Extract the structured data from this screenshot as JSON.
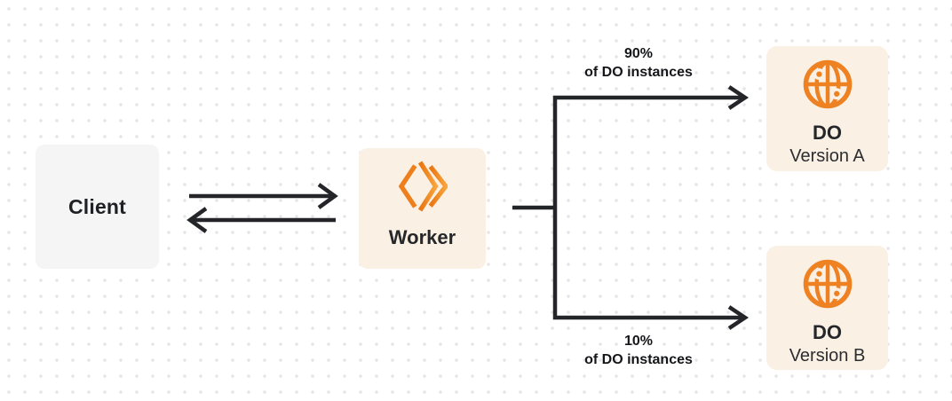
{
  "diagram": {
    "nodes": {
      "client": {
        "label": "Client"
      },
      "worker": {
        "label": "Worker",
        "icon": "cloudflare-workers-logo-icon"
      },
      "do_version_a": {
        "title": "DO",
        "subtitle": "Version A",
        "icon": "globe-icon"
      },
      "do_version_b": {
        "title": "DO",
        "subtitle": "Version B",
        "icon": "globe-icon"
      }
    },
    "edges": {
      "client_worker": {
        "type": "bidirectional-arrows"
      },
      "worker_to_version_a": {
        "percent": "90%",
        "caption": "of DO instances"
      },
      "worker_to_version_b": {
        "percent": "10%",
        "caption": "of DO instances"
      }
    },
    "colors": {
      "accent_orange": "#EE8122",
      "worker_logo_orange_dark": "#E87612",
      "worker_logo_orange_light": "#F9A43C",
      "node_cream_bg": "#FAF0E4",
      "client_gray_bg": "#F5F5F6",
      "line_dark": "#242529",
      "text_dark": "#1E2023",
      "dot_grid": "#E5E5E8",
      "canvas_bg": "#FFFFFF"
    }
  }
}
